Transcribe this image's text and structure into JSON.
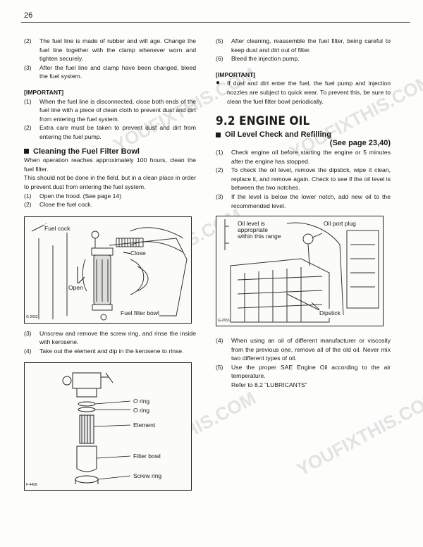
{
  "page_number": "26",
  "left": {
    "items_top": [
      {
        "num": "(2)",
        "text": "The fuel line is made of rubber and will age. Change the fuel line together with the clamp whenever worn and tighten securely."
      },
      {
        "num": "(3)",
        "text": "After the fuel line and clamp have been changed, bleed the fuel system."
      }
    ],
    "important_label": "[IMPORTANT]",
    "important_items": [
      {
        "num": "(1)",
        "text": "When the fuel line is disconnected, close both ends of the fuel line with a piece of clean cloth to prevent dust and dirt from entering the fuel system."
      },
      {
        "num": "(2)",
        "text": "Extra care must be taken to prevent dust and dirt from entering the fuel pump."
      }
    ],
    "section_title": "Cleaning the Fuel Filter Bowl",
    "para1": "When operation reaches approximately 100 hours, clean the fuel filter.",
    "para2": "This should not be done in the field, but in a clean place in order to prevent dust from entering the fuel system.",
    "steps_a": [
      {
        "num": "(1)",
        "text": "Open the hood. (See page 14)"
      },
      {
        "num": "(2)",
        "text": "Close the fuel cock."
      }
    ],
    "fig1": {
      "code": "G-2652",
      "labels": {
        "fuel_cock": "Fuel cock",
        "close": "Close",
        "open": "Open",
        "bowl": "Fuel filter bowl"
      }
    },
    "steps_b": [
      {
        "num": "(3)",
        "text": "Unscrew and remove the screw ring, and rinse the inside with kerosene."
      },
      {
        "num": "(4)",
        "text": "Take out the element and dip in the kerosene to rinse."
      }
    ],
    "fig2": {
      "code": "F-4458",
      "labels": {
        "oring1": "O ring",
        "oring2": "O ring",
        "element": "Element",
        "bowl": "Filter bowl",
        "screw": "Screw ring"
      }
    }
  },
  "right": {
    "items_top": [
      {
        "num": "(5)",
        "text": "After cleaning, reassemble the fuel filter, being careful to keep dust and dirt out of filter."
      },
      {
        "num": "(6)",
        "text": "Bleed the injection pump."
      }
    ],
    "important_label": "[IMPORTANT]",
    "important_bullet": "If dust and dirt enter the fuel, the fuel pump and injection nozzles are subject to quick wear. To prevent this, be sure to clean the fuel filter bowl periodically.",
    "chapter_title": "9.2 ENGINE OIL",
    "section_title": "Oil Level Check and Refilling",
    "see_page": "(See page 23,40)",
    "steps_a": [
      {
        "num": "(1)",
        "text": "Check engine oil before starting the engine or 5 minutes after the engine has stopped."
      },
      {
        "num": "(2)",
        "text": "To check the oil level, remove the dipstick, wipe it clean, replace it, and remove again. Check to see if the oil level is between the two notches."
      },
      {
        "num": "(3)",
        "text": "If the level is below the lower notch, add new oil to the recommended level."
      }
    ],
    "fig3": {
      "code": "G-2653",
      "labels": {
        "oil_level": "Oil level is appropriate within this range",
        "port": "Oil port plug",
        "dipstick": "Dipstick"
      }
    },
    "steps_b": [
      {
        "num": "(4)",
        "text": "When using an oil of different manufacturer or viscosity from the previous one, remove all of the old oil. Never mix two different types of oil."
      },
      {
        "num": "(5)",
        "text": "Use the proper SAE Engine Oil according to the air temperature."
      }
    ],
    "refer": "Refer to 8.2 \"LUBRICANTS\""
  },
  "watermark": "YOUFIXTHIS.COM"
}
